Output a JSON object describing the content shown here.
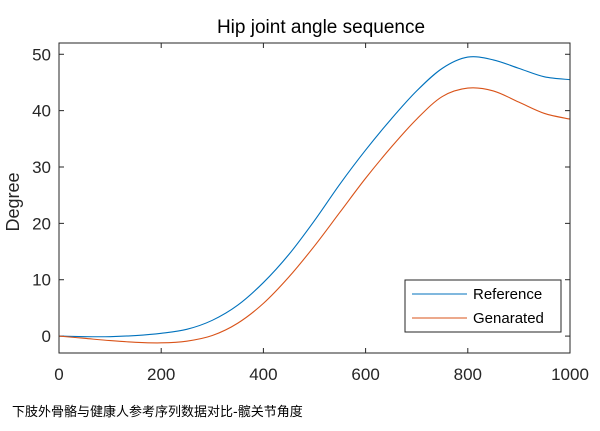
{
  "caption": "下肢外骨骼与健康人参考序列数据对比-髋关节角度",
  "chart_data": {
    "type": "line",
    "title": "Hip joint angle sequence",
    "xlabel": "",
    "ylabel": "Degree",
    "xlim": [
      0,
      1000
    ],
    "ylim": [
      -3,
      52
    ],
    "xticks": [
      0,
      200,
      400,
      600,
      800,
      1000
    ],
    "yticks": [
      0,
      10,
      20,
      30,
      40,
      50
    ],
    "grid": false,
    "legend_position": "bottom-right",
    "x": [
      0,
      50,
      100,
      150,
      200,
      250,
      300,
      350,
      400,
      450,
      500,
      550,
      600,
      650,
      700,
      750,
      800,
      850,
      900,
      950,
      1000
    ],
    "series": [
      {
        "name": "Reference",
        "color": "#0072BD",
        "values": [
          0,
          -0.1,
          -0.1,
          0.1,
          0.5,
          1.2,
          2.8,
          5.5,
          9.5,
          14.5,
          20.5,
          27,
          33,
          38.5,
          43.5,
          47.5,
          49.5,
          49,
          47.5,
          46,
          45.5
        ]
      },
      {
        "name": "Genarated",
        "color": "#D95319",
        "values": [
          0,
          -0.4,
          -0.8,
          -1.1,
          -1.2,
          -0.9,
          0.1,
          2.3,
          5.8,
          10.5,
          16,
          22,
          28,
          33.5,
          38.5,
          42.5,
          44,
          43.5,
          41.5,
          39.5,
          38.5
        ]
      }
    ]
  }
}
